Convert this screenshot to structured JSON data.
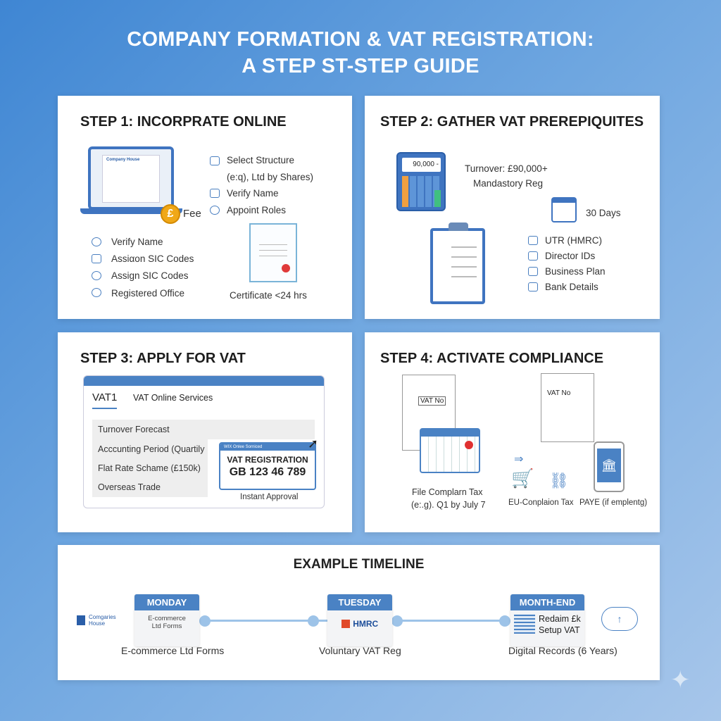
{
  "title": {
    "line1": "COMPANY FORMATION & VAT REGISTRATION:",
    "line2": "A STEP ST-STEP GUIDE"
  },
  "step1": {
    "heading": "STEP 1: INCORPRATE ONLINE",
    "laptop_title": "Company House",
    "fee": "Fee",
    "right_items": [
      "Select Structure",
      "(e:q), Ltd by Shares)",
      "Verify Name",
      "Appoint Roles"
    ],
    "left_items": [
      "Verify Name",
      "Assiαon SIC Codes",
      "Assign SIC Codes",
      "Registered Office"
    ],
    "certificate": "Certificate <24 hrs"
  },
  "step2": {
    "heading": "STEP 2: GATHER VAT PREREPIQUITES",
    "calculator_display": "90,000 -",
    "turnover": "Turnover: £90,000+",
    "mandatory": "Mandastory Reg",
    "days": "30 Days",
    "items": [
      "UTR (HMRC)",
      "Director IDs",
      "Business Plan",
      "Bank Details"
    ]
  },
  "step3": {
    "heading": "STEP 3: APPLY FOR VAT",
    "tab_active": "VAT1",
    "tab_other": "VAT Online Services",
    "fields": [
      "Turnover Forecast",
      "Acccunting Period (Quartily",
      "Flat Rate Schame (£150k)",
      "Overseas Trade"
    ],
    "popup_header": "WIX Onlee Sorniced",
    "popup_title": "VAT REGISTRATION",
    "vat_number": "GB 123 46 789",
    "approval": "Instant Approval"
  },
  "step4": {
    "heading": "STEP 4: ACTIVATE COMPLIANCE",
    "doc1_label": "VAT No",
    "doc2_label": "VAT No",
    "file_label1": "File Complarn Tax",
    "file_label2": "(e:.g). Q1 by July 7",
    "eu_label": "EU-Conplaion Tax",
    "paye_label": "PAYE (if emplentg)"
  },
  "timeline": {
    "heading": "EXAMPLE TIMELINE",
    "logo": "Comgaries House",
    "stages": [
      {
        "day": "MONDAY",
        "box": "E-commerce Ltd Forms",
        "caption": "E-commerce Ltd Forms"
      },
      {
        "day": "TUESDAY",
        "box": "HMRC",
        "caption": "Voluntary VAT Reg"
      },
      {
        "day": "MONTH-END",
        "box": "Redaim £k Setup VAT",
        "caption": "Digital Records (6 Years)"
      }
    ]
  }
}
